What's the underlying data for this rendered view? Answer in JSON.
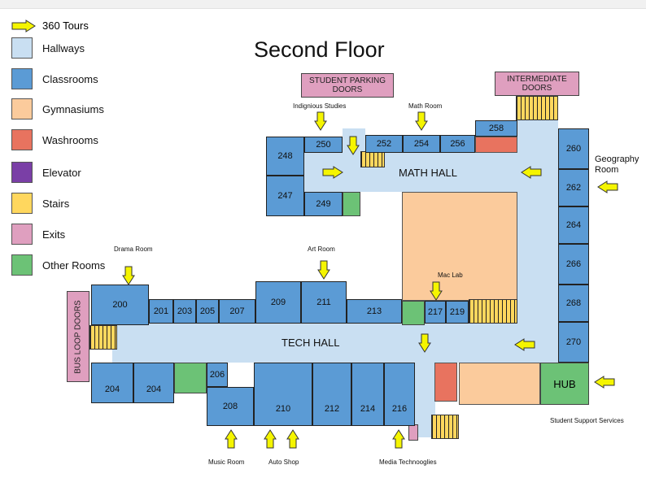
{
  "title": "Second Floor",
  "legend": {
    "tours_label": "360 Tours",
    "items": [
      {
        "label": "Hallways",
        "color": "#c9dff2"
      },
      {
        "label": "Classrooms",
        "color": "#5b9bd5"
      },
      {
        "label": "Gymnasiums",
        "color": "#fbcb9c"
      },
      {
        "label": "Washrooms",
        "color": "#e8735f"
      },
      {
        "label": "Elevator",
        "color": "#7a3fa6"
      },
      {
        "label": "Stairs",
        "color": "#ffd75e"
      },
      {
        "label": "Exits",
        "color": "#df9fbf"
      },
      {
        "label": "Other Rooms",
        "color": "#6cc276"
      }
    ]
  },
  "halls": {
    "math": "MATH HALL",
    "tech": "TECH HALL"
  },
  "exits": {
    "student_parking": "STUDENT PARKING DOORS",
    "intermediate": "INTERMEDIATE DOORS",
    "bus_loop": "BUS LOOP DOORS"
  },
  "rooms": {
    "r200": "200",
    "r201": "201",
    "r203": "203",
    "r205": "205",
    "r207": "207",
    "r209": "209",
    "r211": "211",
    "r213": "213",
    "r217": "217",
    "r219": "219",
    "r204a": "204",
    "r204b": "204",
    "r206": "206",
    "r208": "208",
    "r210": "210",
    "r212": "212",
    "r214": "214",
    "r216": "216",
    "r247": "247",
    "r248": "248",
    "r249": "249",
    "r250": "250",
    "r252": "252",
    "r254": "254",
    "r256": "256",
    "r258": "258",
    "r260": "260",
    "r262": "262",
    "r264": "264",
    "r266": "266",
    "r268": "268",
    "r270": "270",
    "hub": "HUB"
  },
  "labels": {
    "indigenous": "Indignious Studies",
    "math_room": "Math Room",
    "geography": "Geography Room",
    "drama": "Drama Room",
    "art": "Art Room",
    "mac": "Mac Lab",
    "music": "Music Room",
    "auto": "Auto Shop",
    "media": "Media Technooglies",
    "student_support": "Student Support Services"
  },
  "icons": {
    "tour_arrow": "arrow-icon"
  }
}
